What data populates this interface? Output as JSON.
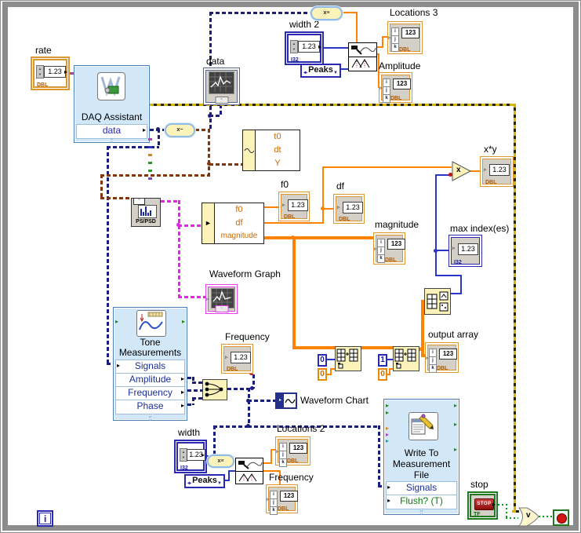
{
  "app": {
    "description": "LabVIEW block diagram inside a While Loop"
  },
  "colors": {
    "dbl_orange": "#DC9632",
    "i32_blue": "#2A2AB0",
    "dynamic_navy": "#1A1E7C",
    "waveform_brown": "#84350E",
    "cluster_magenta": "#E822E8",
    "error_yellow": "#D8B400",
    "boolean_green": "#00A018",
    "express_bg": "#D2E7F8",
    "node_cream": "#FBF3B9",
    "loop_border": "#8C8C8C"
  },
  "array_index": [
    "i",
    "j",
    "k"
  ],
  "terminals": {
    "rate": {
      "label": "rate",
      "value": "1.23",
      "tag": "DBL"
    },
    "width2": {
      "label": "width 2",
      "value": "1.23",
      "tag": "I32"
    },
    "width": {
      "label": "width",
      "value": "1.23",
      "tag": "I32"
    },
    "peaks_top": {
      "value": "Peaks"
    },
    "peaks_bottom": {
      "value": "Peaks"
    },
    "data": {
      "label": "data"
    },
    "locations3": {
      "label": "Locations 3",
      "value": "123",
      "tag": "DBL"
    },
    "amplitude": {
      "label": "Amplitude",
      "value": "123",
      "tag": "DBL"
    },
    "f0": {
      "label": "f0",
      "value": "1.23",
      "tag": "DBL"
    },
    "df": {
      "label": "df",
      "value": "1.23",
      "tag": "DBL"
    },
    "magnitude": {
      "label": "magnitude",
      "value": "123",
      "tag": "DBL"
    },
    "xy": {
      "label": "x*y",
      "value": "1.23",
      "tag": "DBL"
    },
    "max_index": {
      "label": "max index(es)",
      "value": "1.23",
      "tag": "I32"
    },
    "output_array": {
      "label": "output array",
      "value": "123",
      "tag": "DBL"
    },
    "waveform_graph": {
      "label": "Waveform Graph"
    },
    "frequency_scalar": {
      "label": "Frequency",
      "value": "1.23",
      "tag": "DBL"
    },
    "waveform_chart": {
      "label": "Waveform Chart"
    },
    "locations2": {
      "label": "Locations 2",
      "value": "123",
      "tag": "DBL"
    },
    "frequency_array": {
      "label": "Frequency",
      "value": "123",
      "tag": "DBL"
    },
    "stop": {
      "label": "stop",
      "button": "STOP",
      "tag": "TF"
    }
  },
  "nodes": {
    "daq": {
      "title": "DAQ Assistant",
      "row_data": "data"
    },
    "tone": {
      "title1": "Tone",
      "title2": "Measurements",
      "rows": [
        "Signals",
        "Amplitude",
        "Frequency",
        "Phase"
      ]
    },
    "wtmf": {
      "title1": "Write To",
      "title2": "Measurement",
      "title3": "File",
      "row_signals": "Signals",
      "row_flush": "Flush? (T)"
    },
    "psd": {
      "label": "PS/PSD"
    },
    "waveform_unbundle": {
      "rows": [
        "t0",
        "dt",
        "Y"
      ]
    },
    "spectrum_unbundle": {
      "rows": [
        "f0",
        "df",
        "magnitude"
      ]
    },
    "insert1": {
      "index": "0",
      "element": "0"
    },
    "insert2": {
      "index": "1",
      "element": "0"
    },
    "convert1": {
      "glyph": "x~"
    },
    "convert2": {
      "glyph": "x≡"
    },
    "convert3": {
      "glyph": "x≡"
    },
    "multiply_glyph": "x",
    "or_glyph": "v",
    "iteration_glyph": "i"
  }
}
